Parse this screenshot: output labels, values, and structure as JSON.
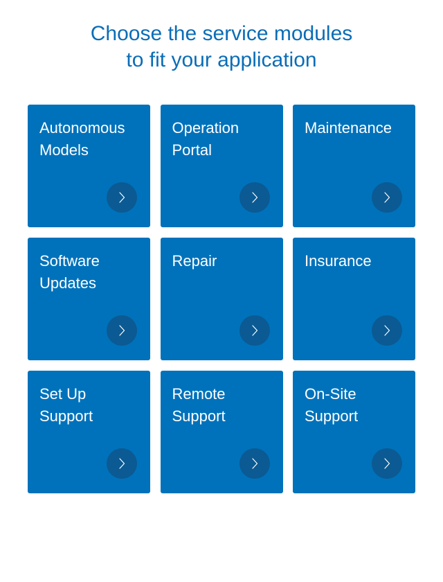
{
  "header": {
    "line1": "Choose the service modules",
    "line2": "to fit your application"
  },
  "colors": {
    "heading": "#0a6db7",
    "tile": "#0072bb",
    "arrow_circle": "#0b5a93",
    "text": "#ffffff"
  },
  "modules": [
    {
      "label": "Autonomous\nModels",
      "icon": "chevron-right-icon"
    },
    {
      "label": "Operation\nPortal",
      "icon": "chevron-right-icon"
    },
    {
      "label": "Maintenance",
      "icon": "chevron-right-icon"
    },
    {
      "label": "Software\nUpdates",
      "icon": "chevron-right-icon"
    },
    {
      "label": "Repair",
      "icon": "chevron-right-icon"
    },
    {
      "label": "Insurance",
      "icon": "chevron-right-icon"
    },
    {
      "label": "Set Up\nSupport",
      "icon": "chevron-right-icon"
    },
    {
      "label": "Remote\nSupport",
      "icon": "chevron-right-icon"
    },
    {
      "label": "On-Site\nSupport",
      "icon": "chevron-right-icon"
    }
  ]
}
